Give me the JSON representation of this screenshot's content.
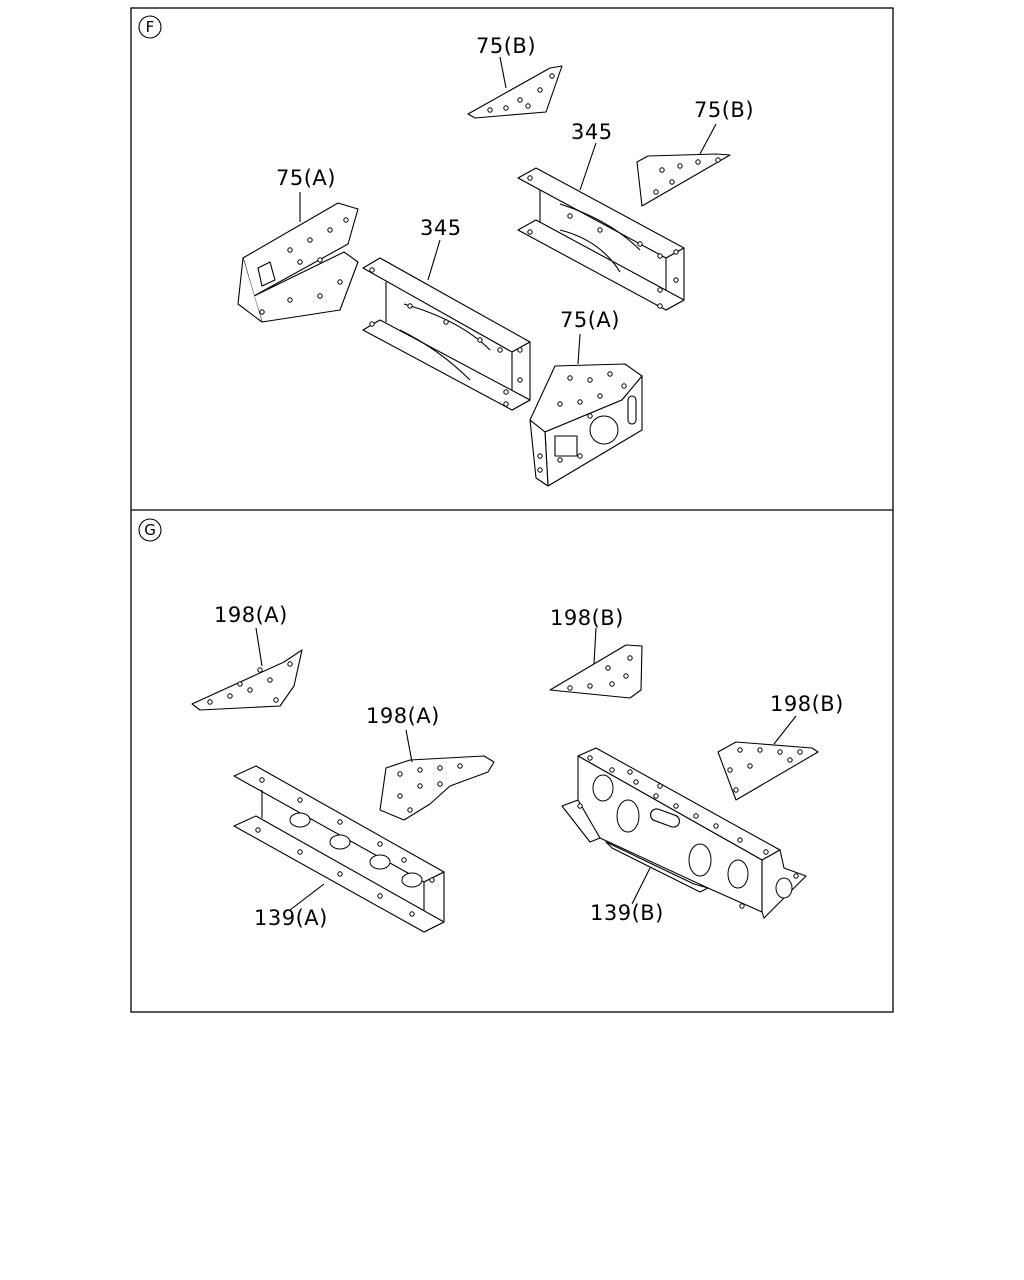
{
  "sections": [
    {
      "marker": "F",
      "labels": [
        "75(B)",
        "75(B)",
        "345",
        "345",
        "75(A)",
        "75(A)"
      ]
    },
    {
      "marker": "G",
      "labels": [
        "198(A)",
        "198(B)",
        "198(A)",
        "198(B)",
        "139(A)",
        "139(B)"
      ]
    }
  ]
}
